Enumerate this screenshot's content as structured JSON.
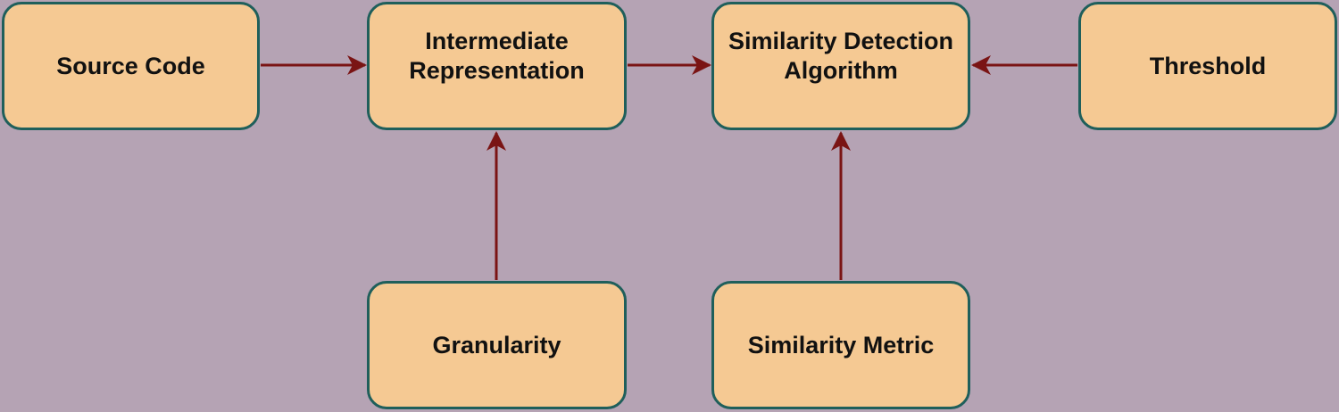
{
  "colors": {
    "background": "#b5a3b4",
    "node_fill": "#f5c993",
    "node_border": "#1f5f5b",
    "edge": "#7a1414"
  },
  "nodes": {
    "source_code": "Source Code",
    "intermediate_representation": "Intermediate Representation",
    "similarity_detection_algorithm": "Similarity Detection Algorithm",
    "threshold": "Threshold",
    "granularity": "Granularity",
    "similarity_metric": "Similarity Metric"
  },
  "edges": [
    {
      "from": "source_code",
      "to": "intermediate_representation"
    },
    {
      "from": "intermediate_representation",
      "to": "similarity_detection_algorithm"
    },
    {
      "from": "threshold",
      "to": "similarity_detection_algorithm"
    },
    {
      "from": "granularity",
      "to": "intermediate_representation"
    },
    {
      "from": "similarity_metric",
      "to": "similarity_detection_algorithm"
    }
  ]
}
